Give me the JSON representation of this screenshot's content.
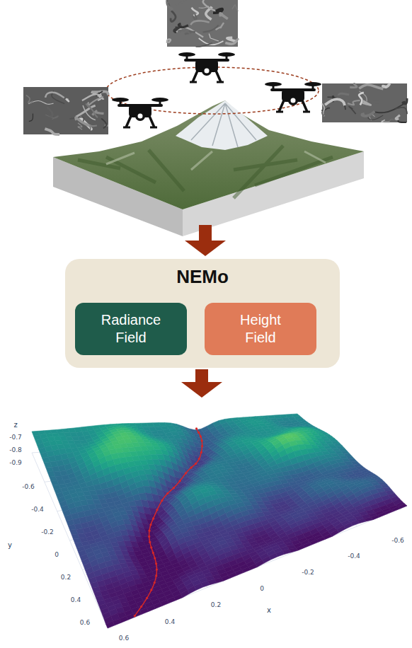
{
  "diagram": {
    "nodes": [
      {
        "text": [
          "NEMo"
        ]
      },
      {
        "text": [
          "Radiance Field"
        ],
        "in": 0
      },
      {
        "text": [
          "Height Field"
        ],
        "in": 0
      }
    ],
    "labels": [
      "z",
      "-0.7",
      "-0.8",
      "-0.9",
      "y",
      "-0.6",
      "-0.4",
      "-0.2",
      "0",
      "0.2",
      "0.4",
      "0.6",
      "x",
      "0.6",
      "0.4",
      "0.2",
      "0",
      "-0.2",
      "-0.4",
      "-0.6"
    ]
  }
}
